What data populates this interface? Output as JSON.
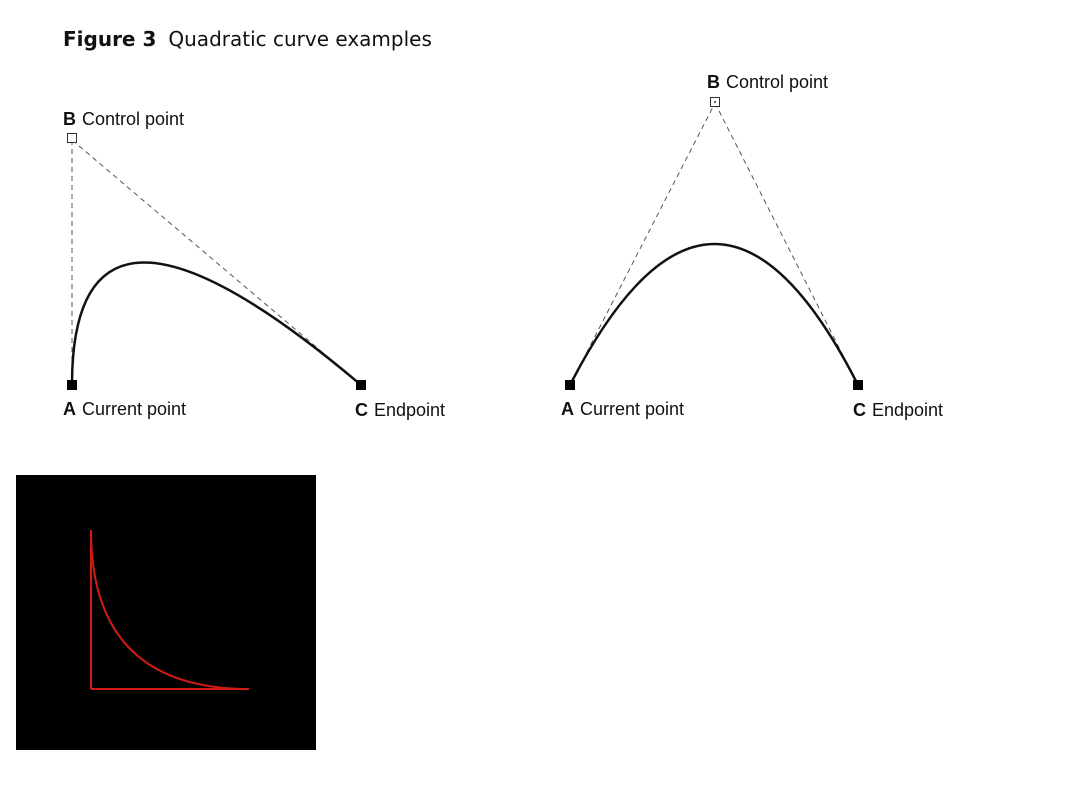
{
  "figure": {
    "number": "Figure 3",
    "caption": "Quadratic curve examples"
  },
  "examples": [
    {
      "A": {
        "letter": "A",
        "text": "Current point"
      },
      "B": {
        "letter": "B",
        "text": "Control point"
      },
      "C": {
        "letter": "C",
        "text": "Endpoint"
      }
    },
    {
      "A": {
        "letter": "A",
        "text": "Current point"
      },
      "B": {
        "letter": "B",
        "text": "Control point"
      },
      "C": {
        "letter": "C",
        "text": "Endpoint"
      }
    }
  ],
  "canvas_preview": {
    "background": "#000000",
    "stroke": "#d01a14"
  }
}
